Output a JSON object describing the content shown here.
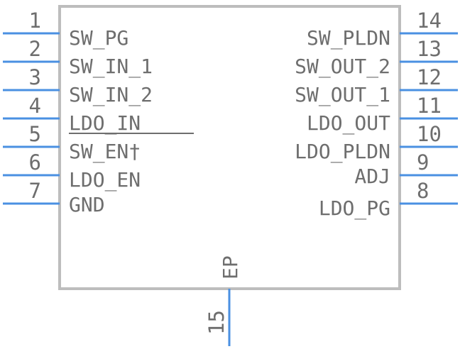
{
  "left_pins": [
    {
      "number": "1",
      "name": "SW_PG"
    },
    {
      "number": "2",
      "name": "SW_IN_1"
    },
    {
      "number": "3",
      "name": "SW_IN_2"
    },
    {
      "number": "4",
      "name": "LDO_IN"
    },
    {
      "number": "5",
      "name": "SW_EN†"
    },
    {
      "number": "6",
      "name": "LDO_EN"
    },
    {
      "number": "7",
      "name": "GND"
    }
  ],
  "right_pins": [
    {
      "number": "14",
      "name": "SW_PLDN"
    },
    {
      "number": "13",
      "name": "SW_OUT_2"
    },
    {
      "number": "12",
      "name": "SW_OUT_1"
    },
    {
      "number": "11",
      "name": "LDO_OUT"
    },
    {
      "number": "10",
      "name": "LDO_PLDN"
    },
    {
      "number": "9",
      "name": "ADJ"
    },
    {
      "number": "8",
      "name": "LDO_PG"
    }
  ],
  "bottom_pin": {
    "number": "15",
    "name": "EP"
  },
  "colors": {
    "pin_line": "#4a90e2",
    "body_outline": "#bdbdbd",
    "text": "#6e6e6e"
  }
}
